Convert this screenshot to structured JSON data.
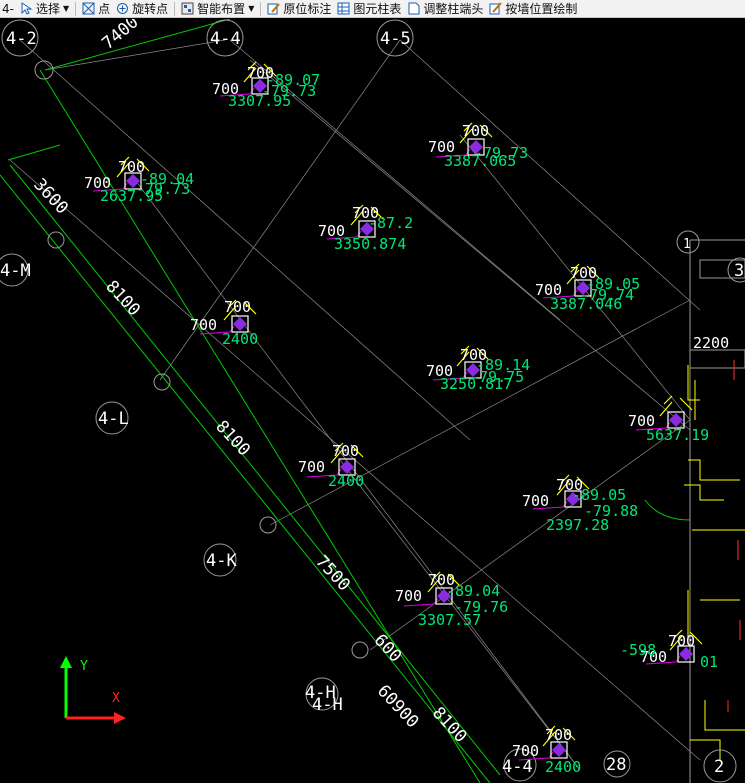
{
  "toolbar": {
    "items": [
      {
        "label": "4-"
      },
      {
        "label": "选择",
        "icon": "cursor-icon",
        "dropdown": true
      },
      {
        "label": "点",
        "icon": "point-box-icon"
      },
      {
        "label": "旋转点",
        "icon": "rotate-point-icon"
      },
      {
        "label": "智能布置",
        "icon": "smart-layout-icon",
        "dropdown": true
      },
      {
        "label": "原位标注",
        "icon": "inplace-annotate-icon"
      },
      {
        "label": "图元柱表",
        "icon": "column-table-icon"
      },
      {
        "label": "调整柱端头",
        "icon": "adjust-column-end-icon"
      },
      {
        "label": "按墙位置绘制",
        "icon": "draw-by-wall-icon"
      }
    ]
  },
  "axis_labels": [
    "4-2",
    "4-4",
    "4-5",
    "4-M",
    "4-L",
    "4-K",
    "4-H",
    "4-H",
    "4-4",
    "1",
    "2",
    "3",
    "28"
  ],
  "dimensions": [
    "7400",
    "3600",
    "8100",
    "8100",
    "7500",
    "600",
    "60900",
    "8100",
    "2200"
  ],
  "column_labels": {
    "size": "700",
    "offset": "-598",
    "small": [
      "01"
    ],
    "codes": [
      "3307.95",
      "2637.95",
      "3350.874",
      "3387.065",
      "3387.046",
      "3250.817",
      "2400",
      "2400",
      "2400",
      "5637.19",
      "2397.28",
      "3307.57",
      "-89.07",
      "-89.04",
      "-87.2",
      "-89.05",
      "-89.14",
      "-89.05",
      "-89.04",
      "-79.73",
      "-79.73",
      "-79.73",
      "-79.74",
      "-79.75",
      "-79.88",
      "-79.76"
    ]
  },
  "ucs": {
    "y_label": "Y",
    "x_label": "X"
  },
  "colors": {
    "background": "#000000",
    "grid_line": "#8a8a8a",
    "axis_bubble": "#9a9a9a",
    "dimension": "#00cc00",
    "label_green": "#00e676",
    "column_yellow": "#ffff00",
    "column_fill": "#8a2be2",
    "magenta": "#e000e0",
    "ucs_green": "#00ff00",
    "ucs_red": "#ff2020"
  }
}
